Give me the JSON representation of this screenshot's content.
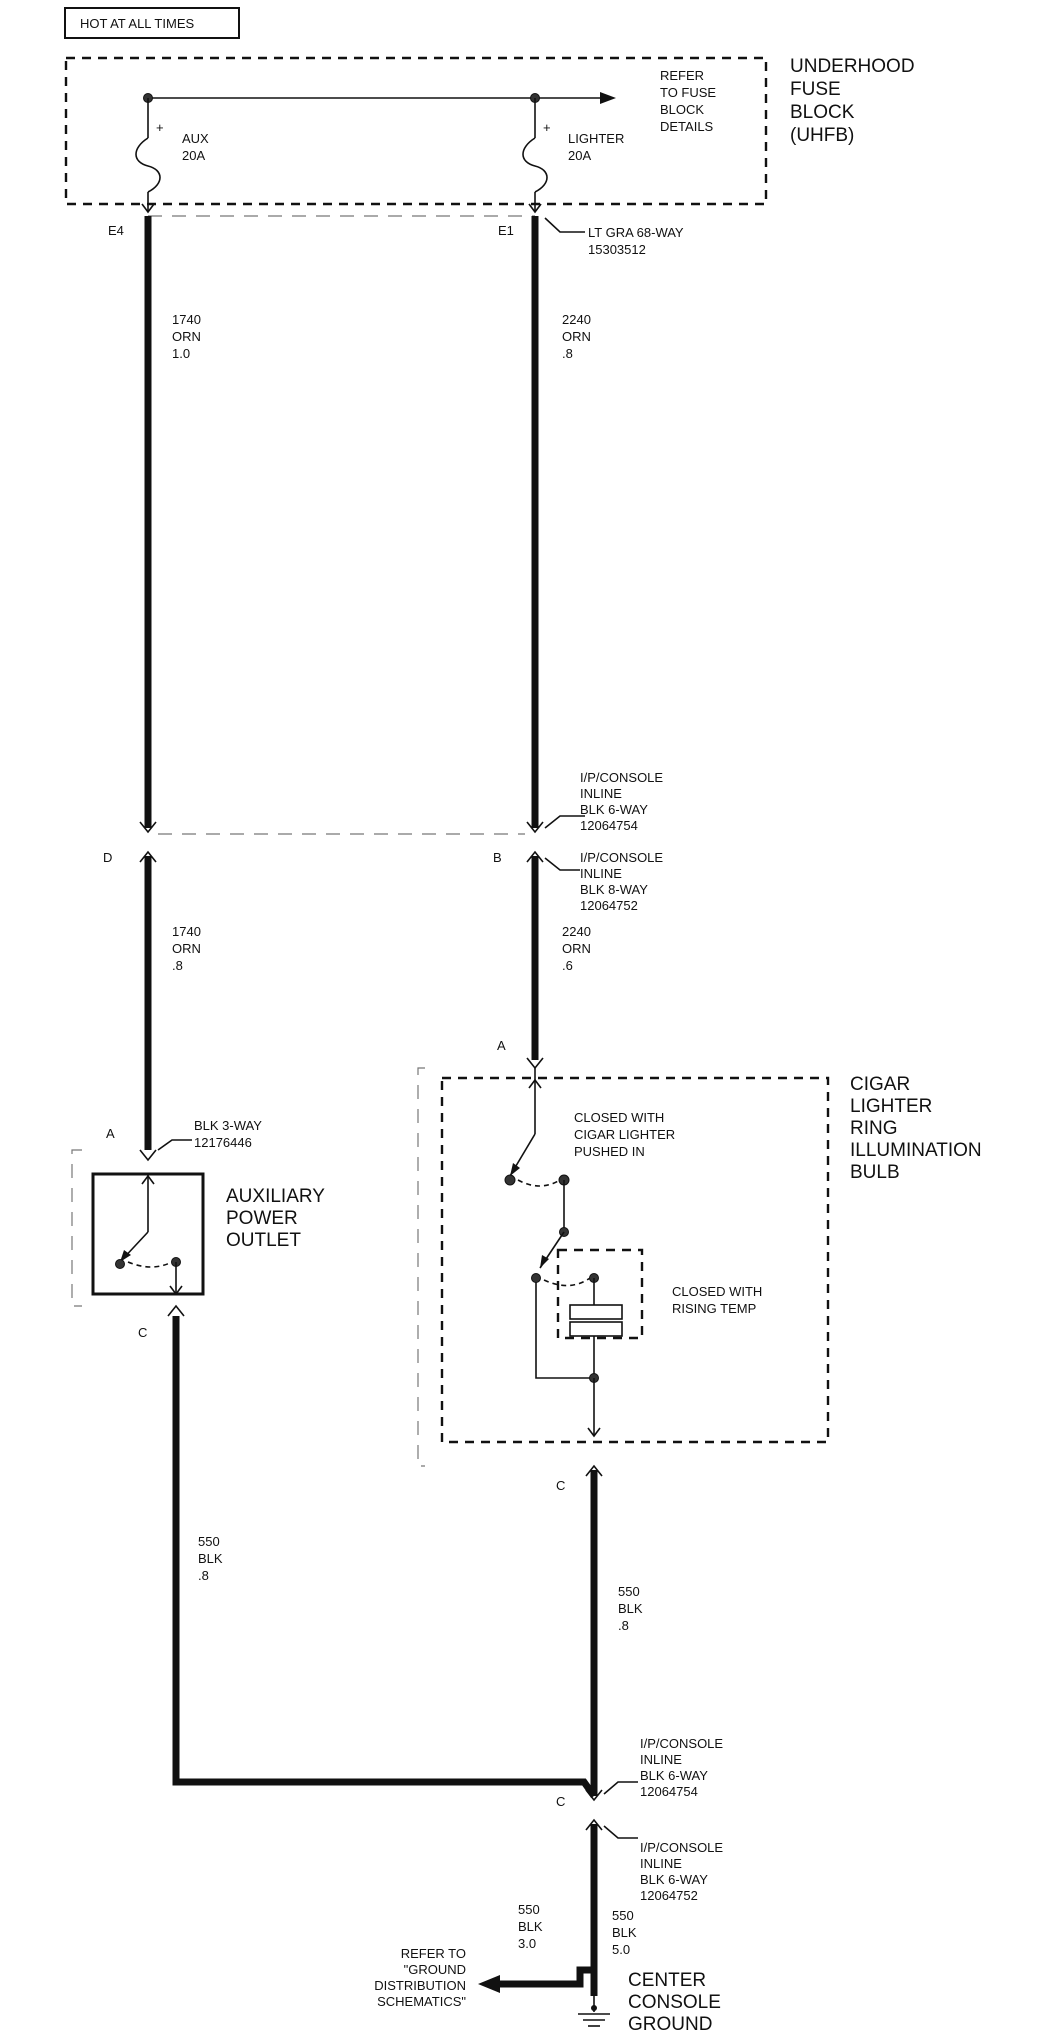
{
  "header": {
    "hot_label": "HOT AT ALL TIMES"
  },
  "fuse_block": {
    "name_lines": [
      "UNDERHOOD",
      "FUSE",
      "BLOCK",
      "(UHFB)"
    ],
    "refer_lines": [
      "REFER",
      "TO FUSE",
      "BLOCK",
      "DETAILS"
    ],
    "fuse_aux": {
      "name": "AUX",
      "rating": "20A",
      "cavity": "E4"
    },
    "fuse_lighter": {
      "name": "LIGHTER",
      "rating": "20A",
      "cavity": "E1"
    },
    "polarity": "+",
    "connector_lines": [
      "LT GRA 68-WAY",
      "15303512"
    ]
  },
  "wires": {
    "aux_upper": [
      "1740",
      "ORN",
      "1.0"
    ],
    "lighter_upper": [
      "2240",
      "ORN",
      ".8"
    ],
    "aux_lower": [
      "1740",
      "ORN",
      ".8"
    ],
    "lighter_lower": [
      "2240",
      "ORN",
      ".6"
    ],
    "ground_left": [
      "550",
      "BLK",
      ".8"
    ],
    "ground_right": [
      "550",
      "BLK",
      ".8"
    ],
    "ground_main": [
      "550",
      "BLK",
      "5.0"
    ],
    "ground_branch": [
      "550",
      "BLK",
      "3.0"
    ]
  },
  "inline_connectors": {
    "upper_male": [
      "I/P/CONSOLE",
      "INLINE",
      "BLK 6-WAY",
      "12064754"
    ],
    "upper_female": [
      "I/P/CONSOLE",
      "INLINE",
      "BLK 8-WAY",
      "12064752"
    ],
    "pin_d": "D",
    "pin_b": "B",
    "lower_male": [
      "I/P/CONSOLE",
      "INLINE",
      "BLK 6-WAY",
      "12064754"
    ],
    "lower_female": [
      "I/P/CONSOLE",
      "INLINE",
      "BLK 6-WAY",
      "12064752"
    ],
    "pin_c_lower": "C"
  },
  "aux_outlet": {
    "name_lines": [
      "AUXILIARY",
      "POWER",
      "OUTLET"
    ],
    "connector_lines": [
      "BLK 3-WAY",
      "12176446"
    ],
    "pin_a": "A",
    "pin_c": "C"
  },
  "lighter": {
    "name_lines": [
      "CIGAR",
      "LIGHTER",
      "RING",
      "ILLUMINATION",
      "BULB"
    ],
    "switch_lines": [
      "CLOSED WITH",
      "CIGAR LIGHTER",
      "PUSHED IN"
    ],
    "thermal_lines": [
      "CLOSED WITH",
      "RISING TEMP"
    ],
    "pin_a": "A",
    "pin_c": "C"
  },
  "ground": {
    "name_lines": [
      "CENTER",
      "CONSOLE",
      "GROUND"
    ],
    "refer_lines": [
      "REFER TO",
      "\"GROUND",
      "DISTRIBUTION",
      "SCHEMATICS\""
    ]
  }
}
